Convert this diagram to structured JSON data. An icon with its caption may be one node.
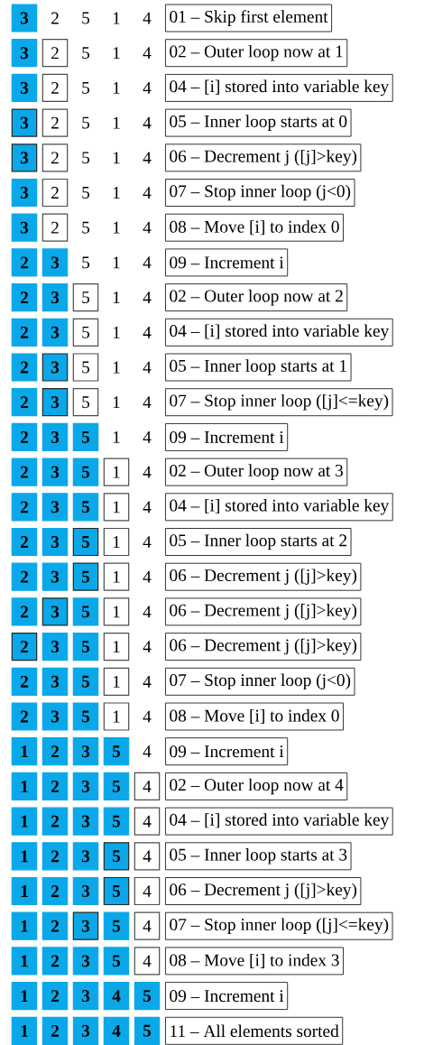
{
  "diagram": {
    "nodes": [
      {
        "text": [
          "3"
        ]
      },
      {
        "text": [
          "01 – Skip first element"
        ]
      },
      {
        "text": [
          "3"
        ]
      },
      {
        "text": [
          "2"
        ]
      },
      {
        "text": [
          "02 – Outer loop now at 1"
        ]
      },
      {
        "text": [
          "3"
        ]
      },
      {
        "text": [
          "2"
        ]
      },
      {
        "text": [
          "04 – [i] stored into variable key"
        ]
      },
      {
        "text": [
          "3"
        ]
      },
      {
        "text": [
          "2"
        ]
      },
      {
        "text": [
          "05 – Inner loop starts at 0"
        ]
      },
      {
        "text": [
          "3"
        ]
      },
      {
        "text": [
          "2"
        ]
      },
      {
        "text": [
          "06 – Decrement j ([j]>key)"
        ]
      },
      {
        "text": [
          "3"
        ]
      },
      {
        "text": [
          "2"
        ]
      },
      {
        "text": [
          "07 – Stop inner loop (j<0)"
        ]
      },
      {
        "text": [
          "3"
        ]
      },
      {
        "text": [
          "2"
        ]
      },
      {
        "text": [
          "08 – Move [i] to index 0"
        ]
      },
      {
        "text": [
          "2"
        ]
      },
      {
        "text": [
          "3"
        ]
      },
      {
        "text": [
          "09 – Increment i"
        ]
      },
      {
        "text": [
          "2"
        ]
      },
      {
        "text": [
          "3"
        ]
      },
      {
        "text": [
          "5"
        ]
      },
      {
        "text": [
          "02 – Outer loop now at 2"
        ]
      },
      {
        "text": [
          "2"
        ]
      },
      {
        "text": [
          "3"
        ]
      },
      {
        "text": [
          "5"
        ]
      },
      {
        "text": [
          "04 – [i] stored into variable key"
        ]
      },
      {
        "text": [
          "2"
        ]
      },
      {
        "text": [
          "3"
        ]
      },
      {
        "text": [
          "5"
        ]
      },
      {
        "text": [
          "05 – Inner loop starts at 1"
        ]
      },
      {
        "text": [
          "2"
        ]
      },
      {
        "text": [
          "3"
        ]
      },
      {
        "text": [
          "5"
        ]
      },
      {
        "text": [
          "07 – Stop inner loop ([j]<=key)"
        ]
      },
      {
        "text": [
          "2"
        ]
      },
      {
        "text": [
          "3"
        ]
      },
      {
        "text": [
          "5"
        ]
      },
      {
        "text": [
          "09 – Increment i"
        ]
      },
      {
        "text": [
          "2"
        ]
      },
      {
        "text": [
          "3"
        ]
      },
      {
        "text": [
          "5"
        ]
      },
      {
        "text": [
          "1"
        ]
      },
      {
        "text": [
          "02 – Outer loop now at 3"
        ]
      },
      {
        "text": [
          "2"
        ]
      },
      {
        "text": [
          "3"
        ]
      },
      {
        "text": [
          "5"
        ]
      },
      {
        "text": [
          "1"
        ]
      },
      {
        "text": [
          "04 – [i] stored into variable key"
        ]
      },
      {
        "text": [
          "2"
        ]
      },
      {
        "text": [
          "3"
        ]
      },
      {
        "text": [
          "5"
        ]
      },
      {
        "text": [
          "1"
        ]
      },
      {
        "text": [
          "05 – Inner loop starts at 2"
        ]
      },
      {
        "text": [
          "2"
        ]
      },
      {
        "text": [
          "3"
        ]
      },
      {
        "text": [
          "5"
        ]
      },
      {
        "text": [
          "1"
        ]
      },
      {
        "text": [
          "06 – Decrement j ([j]>key)"
        ]
      },
      {
        "text": [
          "2"
        ]
      },
      {
        "text": [
          "3"
        ]
      },
      {
        "text": [
          "5"
        ]
      },
      {
        "text": [
          "1"
        ]
      },
      {
        "text": [
          "06 – Decrement j ([j]>key)"
        ]
      },
      {
        "text": [
          "2"
        ]
      },
      {
        "text": [
          "3"
        ]
      },
      {
        "text": [
          "5"
        ]
      },
      {
        "text": [
          "1"
        ]
      },
      {
        "text": [
          "06 – Decrement j ([j]>key)"
        ]
      },
      {
        "text": [
          "2"
        ]
      },
      {
        "text": [
          "3"
        ]
      },
      {
        "text": [
          "5"
        ]
      },
      {
        "text": [
          "1"
        ]
      },
      {
        "text": [
          "07 – Stop inner loop (j<0)"
        ]
      },
      {
        "text": [
          "2"
        ]
      },
      {
        "text": [
          "3"
        ]
      },
      {
        "text": [
          "5"
        ]
      },
      {
        "text": [
          "1"
        ]
      },
      {
        "text": [
          "08 – Move [i] to index 0"
        ]
      },
      {
        "text": [
          "1"
        ]
      },
      {
        "text": [
          "2"
        ]
      },
      {
        "text": [
          "3"
        ]
      },
      {
        "text": [
          "5"
        ]
      },
      {
        "text": [
          "09 – Increment i"
        ]
      },
      {
        "text": [
          "1"
        ]
      },
      {
        "text": [
          "2"
        ]
      },
      {
        "text": [
          "3"
        ]
      },
      {
        "text": [
          "5"
        ]
      },
      {
        "text": [
          "4"
        ]
      },
      {
        "text": [
          "02 – Outer loop now at 4"
        ]
      },
      {
        "text": [
          "1"
        ]
      },
      {
        "text": [
          "2"
        ]
      },
      {
        "text": [
          "3"
        ]
      },
      {
        "text": [
          "5"
        ]
      },
      {
        "text": [
          "4"
        ]
      },
      {
        "text": [
          "04 – [i] stored into variable key"
        ]
      },
      {
        "text": [
          "1"
        ]
      },
      {
        "text": [
          "2"
        ]
      },
      {
        "text": [
          "3"
        ]
      },
      {
        "text": [
          "5"
        ]
      },
      {
        "text": [
          "4"
        ]
      },
      {
        "text": [
          "05 – Inner loop starts at 3"
        ]
      },
      {
        "text": [
          "1"
        ]
      },
      {
        "text": [
          "2"
        ]
      },
      {
        "text": [
          "3"
        ]
      },
      {
        "text": [
          "5"
        ]
      },
      {
        "text": [
          "4"
        ]
      },
      {
        "text": [
          "06 – Decrement j ([j]>key)"
        ]
      },
      {
        "text": [
          "1"
        ]
      },
      {
        "text": [
          "2"
        ]
      },
      {
        "text": [
          "3"
        ]
      },
      {
        "text": [
          "5"
        ]
      },
      {
        "text": [
          "4"
        ]
      },
      {
        "text": [
          "07 – Stop inner loop ([j]<=key)"
        ]
      },
      {
        "text": [
          "1"
        ]
      },
      {
        "text": [
          "2"
        ]
      },
      {
        "text": [
          "3"
        ]
      },
      {
        "text": [
          "5"
        ]
      },
      {
        "text": [
          "4"
        ]
      },
      {
        "text": [
          "08 – Move [i] to index 3"
        ]
      },
      {
        "text": [
          "1"
        ]
      },
      {
        "text": [
          "2"
        ]
      },
      {
        "text": [
          "3"
        ]
      },
      {
        "text": [
          "4"
        ]
      },
      {
        "text": [
          "5"
        ]
      },
      {
        "text": [
          "09 – Increment i"
        ]
      },
      {
        "text": [
          "1"
        ]
      },
      {
        "text": [
          "2"
        ]
      },
      {
        "text": [
          "3"
        ]
      },
      {
        "text": [
          "4"
        ]
      },
      {
        "text": [
          "5"
        ]
      },
      {
        "text": [
          "11 – All elements sorted"
        ]
      }
    ],
    "labels": [
      "2",
      "5",
      "1",
      "4",
      "5",
      "1",
      "4",
      "5",
      "1",
      "4",
      "5",
      "1",
      "4",
      "5",
      "1",
      "4",
      "5",
      "1",
      "4",
      "5",
      "1",
      "4",
      "5",
      "1",
      "4",
      "1",
      "4",
      "1",
      "4",
      "1",
      "4",
      "1",
      "4",
      "1",
      "4",
      "4",
      "4",
      "4",
      "4",
      "4",
      "4",
      "4",
      "4",
      "4"
    ]
  }
}
